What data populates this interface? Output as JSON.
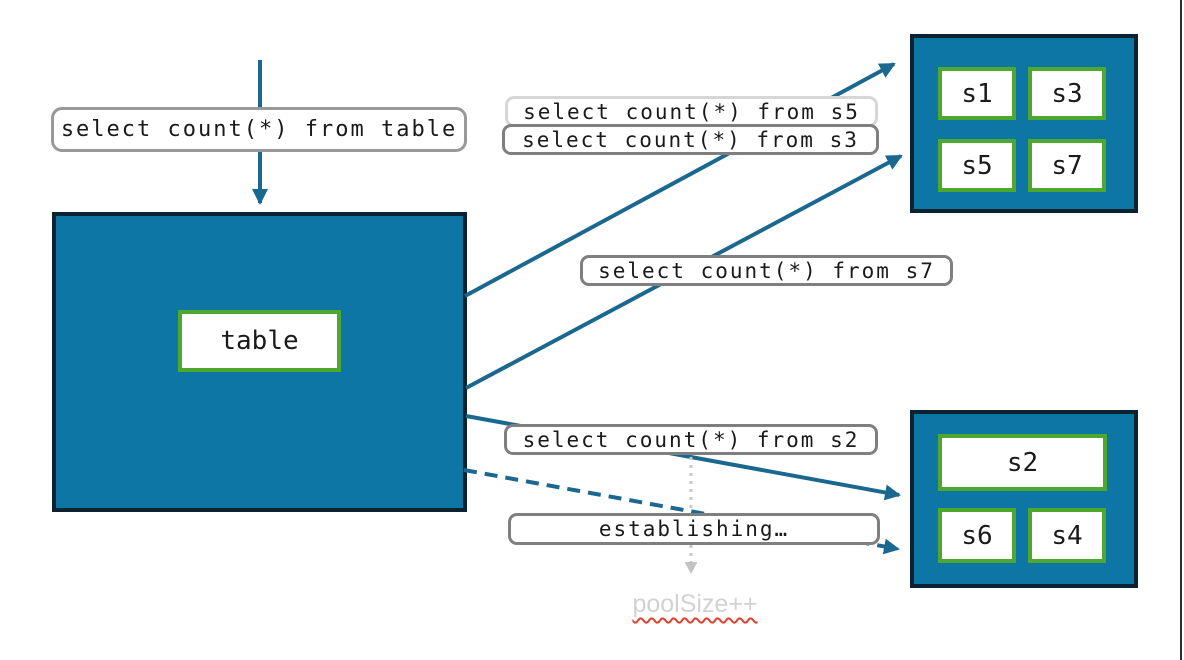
{
  "diagram": {
    "main_table": {
      "label": "table"
    },
    "queries": {
      "from_table": "select count(*) from table",
      "from_s5": "select count(*) from s5",
      "from_s3": "select count(*) from s3",
      "from_s7": "select count(*) from s7",
      "from_s2": "select count(*) from s2",
      "establishing": "establishing…"
    },
    "shard_group_top": {
      "shards": [
        "s1",
        "s3",
        "s5",
        "s7"
      ]
    },
    "shard_group_bottom": {
      "shards": [
        "s2",
        "s6",
        "s4"
      ]
    },
    "annotation": {
      "pool_size": "poolSize++"
    },
    "colors": {
      "teal": "#0e76a4",
      "navy": "#0b2231",
      "green": "#4ea72e",
      "arrow": "#1a688f",
      "label_border_gray": "#7f7f7f",
      "label_border_light": "#d6d6d6",
      "label_border_med": "#999999",
      "ghost": "#d2d2d2",
      "squiggle": "#e0412f",
      "dotted": "#c9c9c9"
    }
  }
}
